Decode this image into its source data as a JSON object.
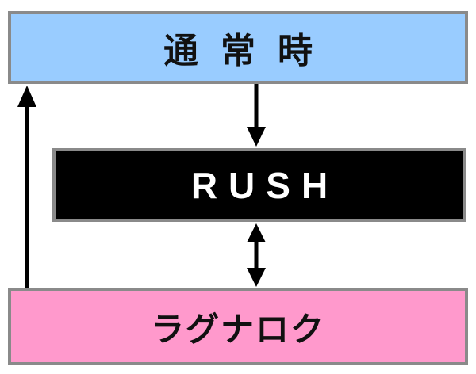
{
  "nodes": {
    "normal": {
      "label": "通常時",
      "color": "#99ccff"
    },
    "rush": {
      "label": "RUSH",
      "color": "#000000"
    },
    "ragnarok": {
      "label": "ラグナロク",
      "color": "#ff99cc"
    }
  },
  "edges": [
    {
      "from": "normal",
      "to": "rush",
      "direction": "one-way"
    },
    {
      "from": "rush",
      "to": "ragnarok",
      "direction": "two-way"
    },
    {
      "from": "ragnarok",
      "to": "normal",
      "direction": "one-way"
    }
  ]
}
